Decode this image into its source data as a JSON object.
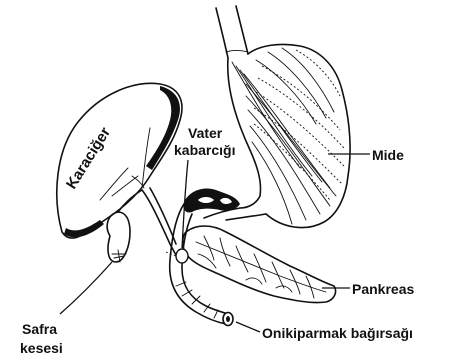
{
  "diagram": {
    "labels": {
      "liver": "Karaciğer",
      "vater_line1": "Vater",
      "vater_line2": "kabarcığı",
      "stomach": "Mide",
      "pancreas": "Pankreas",
      "gallbladder_line1": "Safra",
      "gallbladder_line2": "kesesi",
      "duodenum": "Onikiparmak bağırsağı"
    },
    "colors": {
      "ink": "#111111",
      "background": "#ffffff"
    }
  }
}
